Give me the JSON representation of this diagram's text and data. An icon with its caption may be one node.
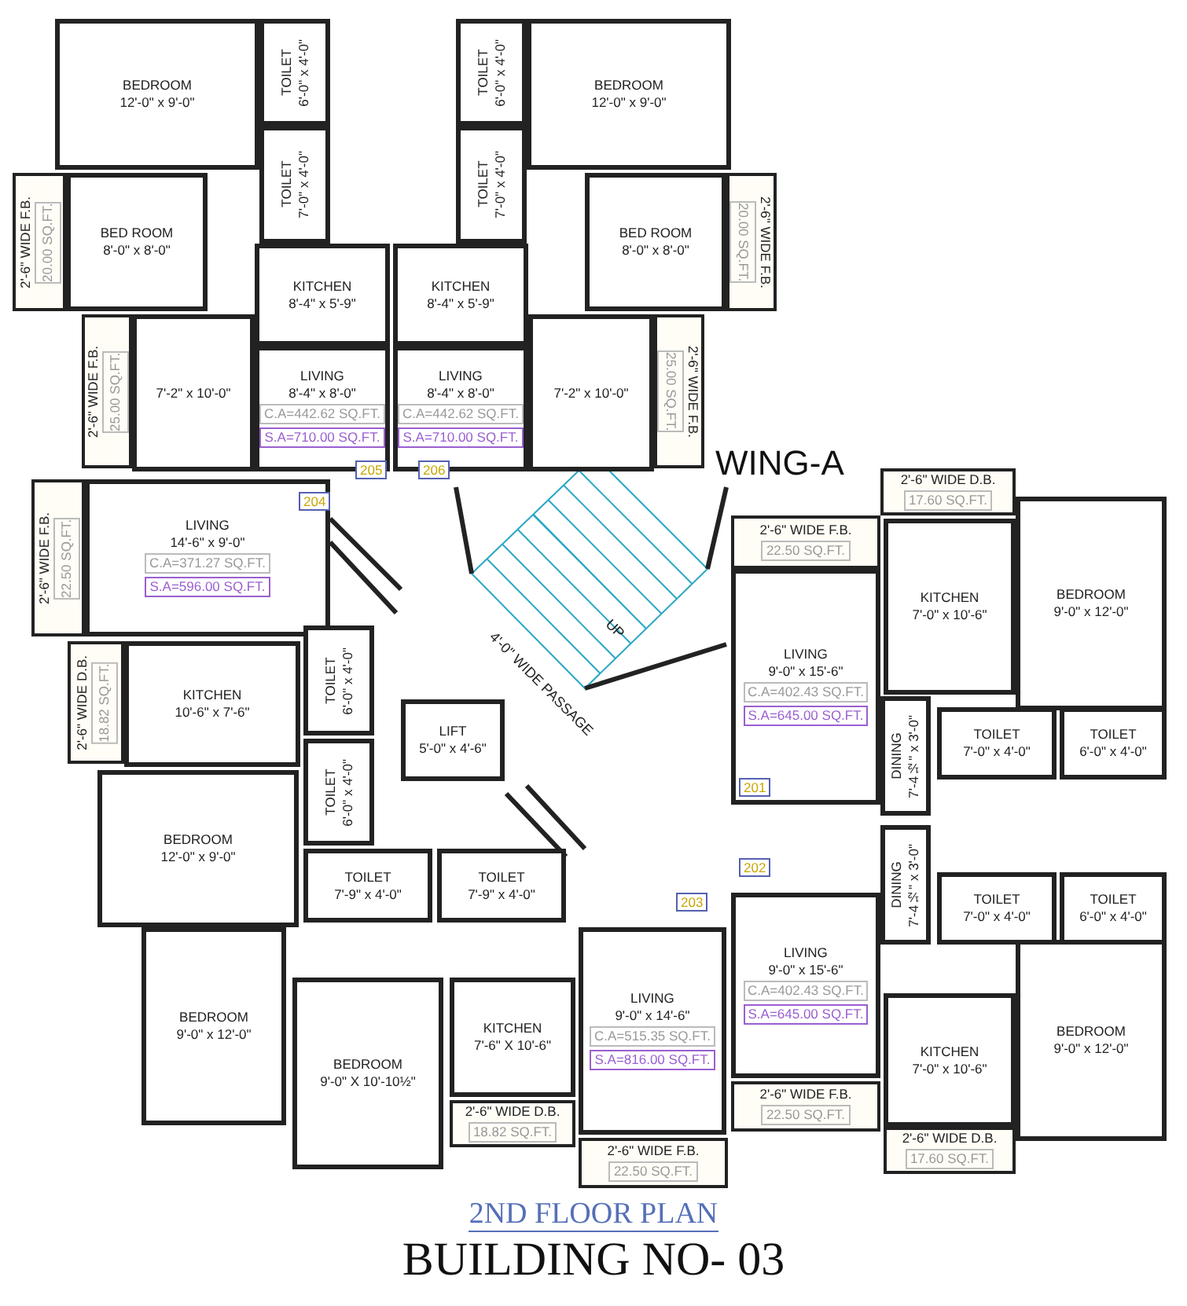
{
  "diagram": {
    "title": "2ND FLOOR PLAN",
    "caption": "BUILDING NO- 03",
    "nodes": [
      {
        "text": [
          "BEDROOM",
          "12'-0\" x 9'-0\""
        ]
      },
      {
        "text": [
          "TOILET",
          "6'-0\" x 4'-0\""
        ]
      },
      {
        "text": [
          "TOILET",
          "7'-0\" x 4'-0\""
        ]
      },
      {
        "text": [
          "2'-6\" WIDE F.B.",
          "20.00 SQ.FT."
        ]
      },
      {
        "text": [
          "BED ROOM",
          "8'-0\" x 8'-0\""
        ]
      },
      {
        "text": [
          "KITCHEN",
          "8'-4\" x 5'-9\""
        ]
      },
      {
        "text": [
          "LIVING",
          "8'-4\" x 8'-0\"",
          "C.A=442.62 SQ.FT.",
          "S.A=710.00 SQ.FT."
        ]
      },
      {
        "text": [
          "TOILET",
          "6'-0\" x 4'-0\""
        ]
      },
      {
        "text": [
          "BEDROOM",
          "12'-0\" x 9'-0\""
        ]
      },
      {
        "text": [
          "TOILET",
          "7'-0\" x 4'-0\""
        ]
      },
      {
        "text": [
          "KITCHEN",
          "8'-4\" x 5'-9\""
        ]
      },
      {
        "text": [
          "BED ROOM",
          "8'-0\" x 8'-0\""
        ]
      },
      {
        "text": [
          "2'-6\" WIDE F.B.",
          "20.00 SQ.FT."
        ]
      },
      {
        "text": [
          "LIVING",
          "8'-4\" x 8'-0\"",
          "C.A=442.62 SQ.FT.",
          "S.A=710.00 SQ.FT."
        ]
      },
      {
        "text": [
          "2'-6\" WIDE F.B.",
          "25.00 SQ.FT."
        ]
      },
      {
        "text": [
          "7'-2\" x 10'-0\""
        ]
      },
      {
        "text": [
          "7'-2\" x 10'-0\""
        ]
      },
      {
        "text": [
          "2'-6\" WIDE F.B.",
          "25.00 SQ.FT."
        ]
      },
      {
        "text": [
          "2'-6\" WIDE F.B.",
          "22.50 SQ.FT."
        ]
      },
      {
        "text": [
          "LIVING",
          "14'-6\" x 9'-0\"",
          "C.A=371.27 SQ.FT.",
          "S.A=596.00 SQ.FT."
        ]
      },
      {
        "text": [
          "2'-6\" WIDE D.B.",
          "18.82 SQ.FT."
        ]
      },
      {
        "text": [
          "KITCHEN",
          "10'-6\" x 7'-6\""
        ]
      },
      {
        "text": [
          "TOILET",
          "6'-0\" x 4'-0\""
        ]
      },
      {
        "text": [
          "TOILET",
          "6'-0\" x 4'-0\""
        ]
      },
      {
        "text": [
          "BEDROOM",
          "12'-0\" x 9'-0\""
        ]
      },
      {
        "text": [
          "TOILET",
          "7'-9\" x 4'-0\""
        ]
      },
      {
        "text": [
          "TOILET",
          "7'-9\" x 4'-0\""
        ]
      },
      {
        "text": [
          "LIFT",
          "5'-0\" x 4'-6\""
        ]
      },
      {
        "text": [
          "2'-6\" WIDE D.B.",
          "17.60 SQ.FT."
        ]
      },
      {
        "text": [
          "2'-6\" WIDE F.B.",
          "22.50 SQ.FT."
        ]
      },
      {
        "text": [
          "KITCHEN",
          "7'-0\" x 10'-6\""
        ]
      },
      {
        "text": [
          "BEDROOM",
          "9'-0\" x 12'-0\""
        ]
      },
      {
        "text": [
          "LIVING",
          "9'-0\" x 15'-6\"",
          "C.A=402.43 SQ.FT.",
          "S.A=645.00 SQ.FT."
        ]
      },
      {
        "text": [
          "DINING",
          "7'-4½\" x 3'-0\""
        ]
      },
      {
        "text": [
          "TOILET",
          "7'-0\" x 4'-0\""
        ]
      },
      {
        "text": [
          "TOILET",
          "6'-0\" x 4'-0\""
        ]
      },
      {
        "text": [
          "DINING",
          "7'-4½\" x 3'-0\""
        ]
      },
      {
        "text": [
          "TOILET",
          "7'-0\" x 4'-0\""
        ]
      },
      {
        "text": [
          "TOILET",
          "6'-0\" x 4'-0\""
        ]
      },
      {
        "text": [
          "LIVING",
          "9'-0\" x 15'-6\"",
          "C.A=402.43 SQ.FT.",
          "S.A=645.00 SQ.FT."
        ]
      },
      {
        "text": [
          "BEDROOM",
          "9'-0\" x 12'-0\""
        ]
      },
      {
        "text": [
          "BEDROOM",
          "9'-0\" X 10'-10½\""
        ]
      },
      {
        "text": [
          "KITCHEN",
          "7'-6\" X 10'-6\""
        ]
      },
      {
        "text": [
          "LIVING",
          "9'-0\" x 14'-6\"",
          "C.A=515.35 SQ.FT.",
          "S.A=816.00 SQ.FT."
        ]
      },
      {
        "text": [
          "KITCHEN",
          "7'-0\" x 10'-6\""
        ]
      },
      {
        "text": [
          "BEDROOM",
          "9'-0\" x 12'-0\""
        ]
      },
      {
        "text": [
          "2'-6\" WIDE D.B.",
          "18.82 SQ.FT."
        ]
      },
      {
        "text": [
          "2'-6\" WIDE F.B.",
          "22.50 SQ.FT."
        ]
      },
      {
        "text": [
          "2'-6\" WIDE D.B.",
          "17.60 SQ.FT."
        ]
      },
      {
        "text": [
          "2'-6\" WIDE F.B.",
          "22.50 SQ.FT."
        ]
      }
    ],
    "labels": [
      "WING-A",
      "205",
      "206",
      "204",
      "UP",
      "4'-0\" WIDE PASSAGE",
      "201",
      "202",
      "203"
    ]
  }
}
